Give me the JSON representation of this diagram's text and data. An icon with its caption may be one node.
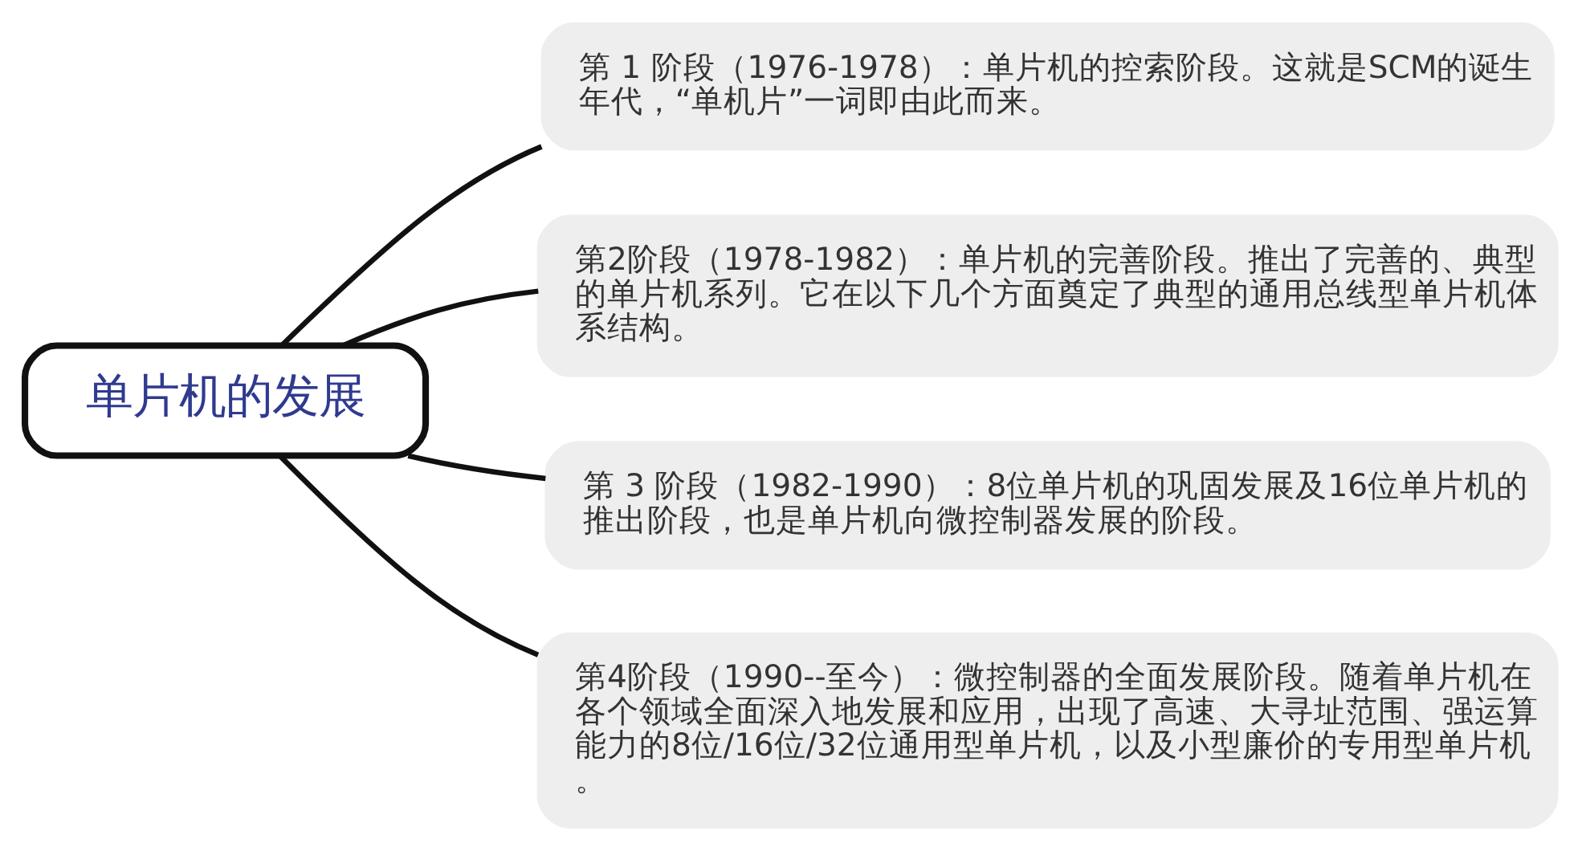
{
  "diagram": {
    "nodes": [
      {
        "text": [
          "单片机的发展"
        ]
      },
      {
        "text": [
          "第 1 阶段（1976-1978）：单片机的控索阶段。这就是SCM的诞生年代，“单机片”一词即由此而来。"
        ]
      },
      {
        "text": [
          "第2阶段（1978-1982）：单片机的完善阶段。推出了完善的、典型的单片机系列。它在以下几个方面奠定了典型的通用总线型单片机体系结构。"
        ]
      },
      {
        "text": [
          "第 3 阶段（1982-1990）：8位单片机的巩固发展及16位单片机的推出阶段，也是单片机向微控制器发展的阶段。"
        ]
      },
      {
        "text": [
          "第4阶段（1990--至今）：微控制器的全面发展阶段。随着单片机在各个领域全面深入地发展和应用，出现了高速、大寻址范围、强运算能力的8位/16位/32位通用型单片机，以及小型廉价的专用型单片机。"
        ]
      }
    ],
    "edges": [
      {
        "from": 0,
        "to": 1,
        "arrow": "none"
      },
      {
        "from": 0,
        "to": 2,
        "arrow": "none"
      },
      {
        "from": 0,
        "to": 3,
        "arrow": "none"
      },
      {
        "from": 0,
        "to": 4,
        "arrow": "none"
      }
    ]
  }
}
